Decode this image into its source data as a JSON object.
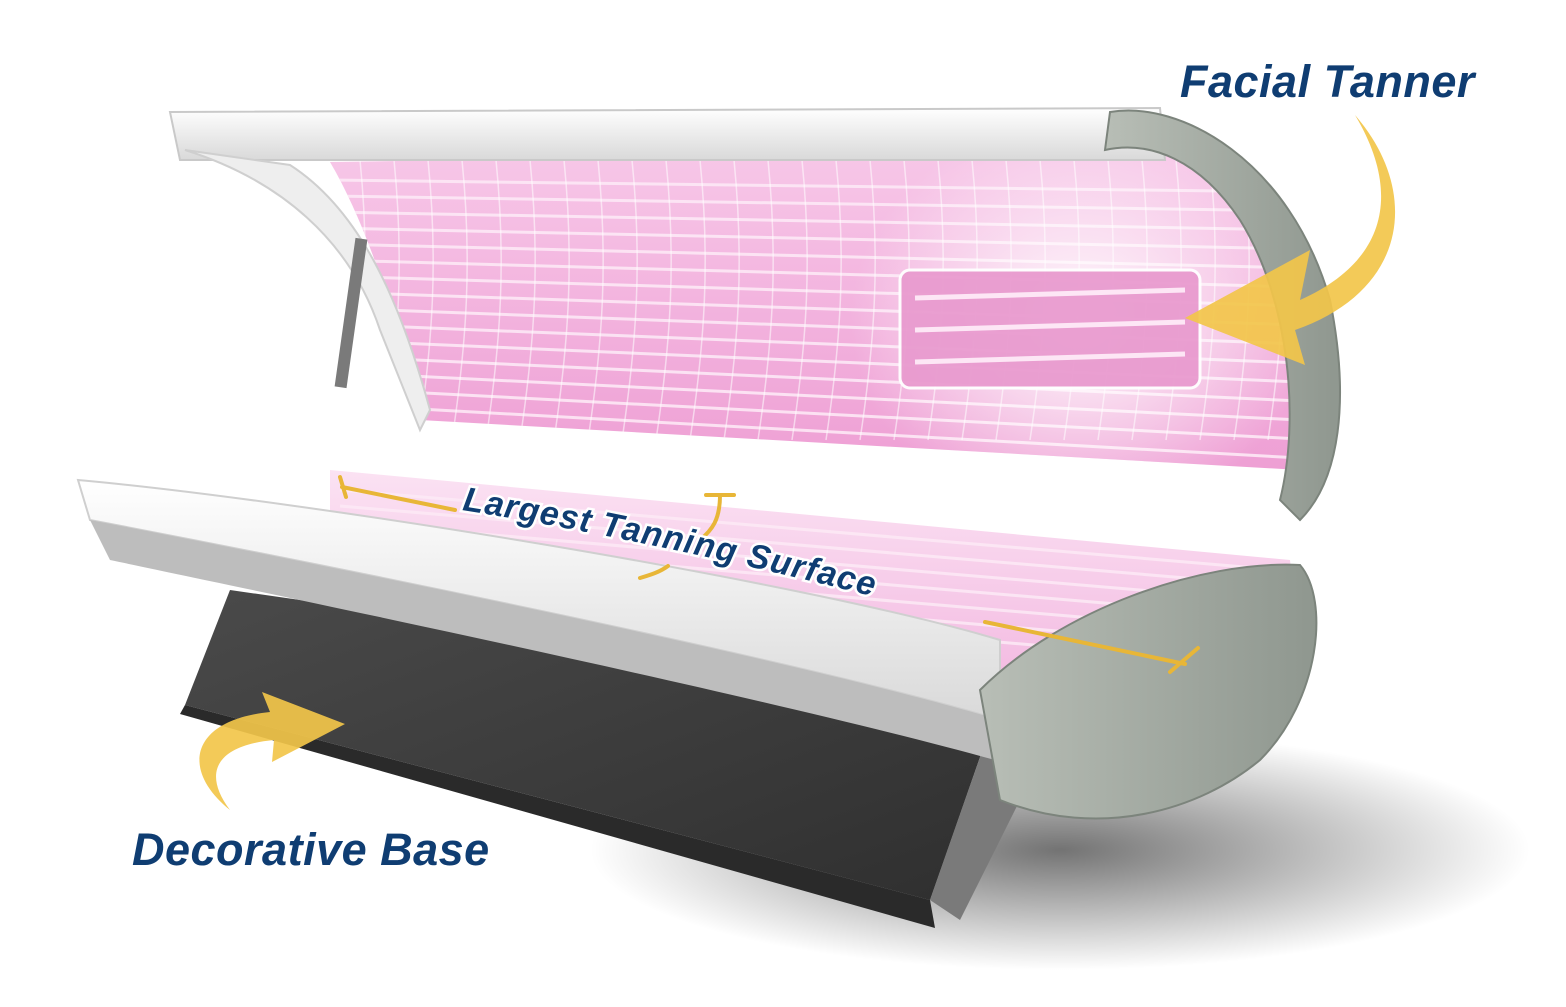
{
  "labels": {
    "facial_tanner": "Facial Tanner",
    "tanning_surface": "Largest Tanning Surface",
    "decorative_base": "Decorative Base"
  },
  "colors": {
    "label_text": "#0f3d72",
    "label_outline": "#ffffff",
    "arrow_fill": "#f2c64a",
    "bracket_line": "#e8b637",
    "lamp_pink": "#f2a9d8",
    "lamp_highlight": "#fbe3f3",
    "canopy_white": "#f3f3f3",
    "end_cap_gray": "#a8b0a8",
    "base_charcoal": "#3d3d3d"
  },
  "icons": {
    "facial_tanner_arrow": "curved-arrow-icon",
    "decorative_base_arrow": "curved-arrow-icon",
    "tanning_surface_bracket": "dimension-bracket-icon"
  }
}
